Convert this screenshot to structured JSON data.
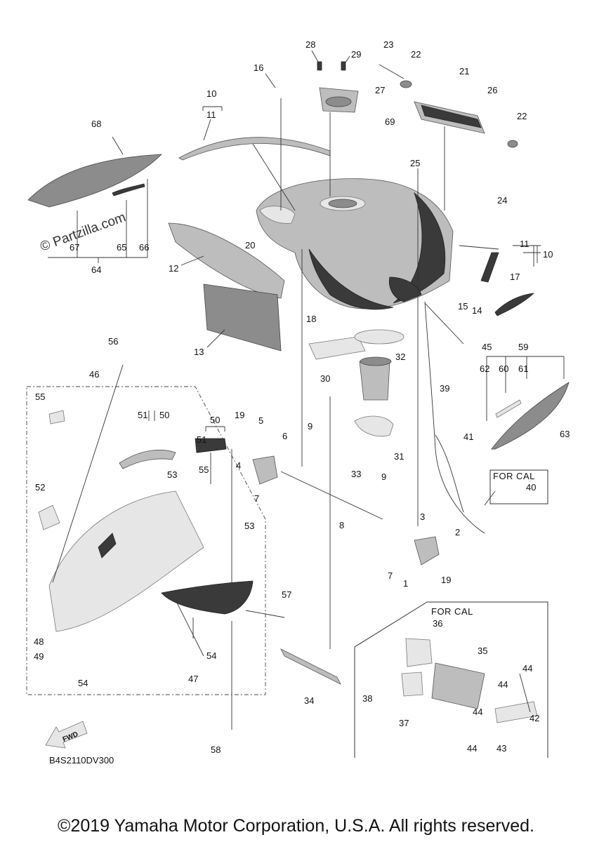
{
  "watermark": "© Partzilla.com",
  "diagram_code": "B4S2110DV300",
  "fwd_label": "FWD",
  "for_cal_label": "FOR CAL",
  "copyright": "©2019 Yamaha Motor Corporation, U.S.A. All rights reserved.",
  "callouts": {
    "n1": "1",
    "n2": "2",
    "n3": "3",
    "n4": "4",
    "n5": "5",
    "n6": "6",
    "n7a": "7",
    "n7b": "7",
    "n8": "8",
    "n9a": "9",
    "n9b": "9",
    "n10a": "10",
    "n10b": "10",
    "n11a": "11",
    "n11b": "11",
    "n12": "12",
    "n13": "13",
    "n14": "14",
    "n15": "15",
    "n16": "16",
    "n17": "17",
    "n18": "18",
    "n19a": "19",
    "n19b": "19",
    "n20": "20",
    "n21": "21",
    "n22a": "22",
    "n22b": "22",
    "n23": "23",
    "n24": "24",
    "n25": "25",
    "n26": "26",
    "n27": "27",
    "n28": "28",
    "n29": "29",
    "n30": "30",
    "n31": "31",
    "n32": "32",
    "n33": "33",
    "n34": "34",
    "n35": "35",
    "n36": "36",
    "n37": "37",
    "n38": "38",
    "n39": "39",
    "n40": "40",
    "n41": "41",
    "n42": "42",
    "n43": "43",
    "n44a": "44",
    "n44b": "44",
    "n44c": "44",
    "n44d": "44",
    "n45": "45",
    "n46": "46",
    "n47": "47",
    "n48": "48",
    "n49": "49",
    "n50a": "50",
    "n50b": "50",
    "n51a": "51",
    "n51b": "51",
    "n52": "52",
    "n53a": "53",
    "n53b": "53",
    "n54a": "54",
    "n54b": "54",
    "n55a": "55",
    "n55b": "55",
    "n56": "56",
    "n57": "57",
    "n58": "58",
    "n59": "59",
    "n60": "60",
    "n61": "61",
    "n62": "62",
    "n63": "63",
    "n64": "64",
    "n65": "65",
    "n66": "66",
    "n67": "67",
    "n68": "68",
    "n69": "69"
  }
}
